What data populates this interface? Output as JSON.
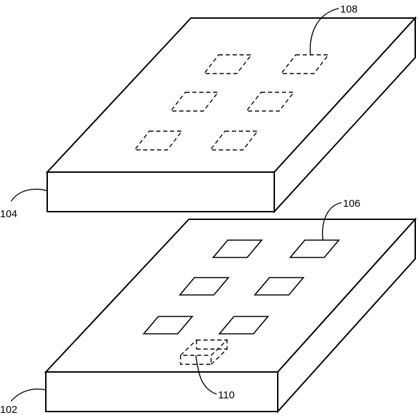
{
  "labels": {
    "upper_substrate": "104",
    "upper_pads": "108",
    "lower_substrate": "102",
    "lower_pads": "106",
    "via": "110"
  },
  "colors": {
    "stroke": "#000000",
    "fill": "#ffffff"
  }
}
